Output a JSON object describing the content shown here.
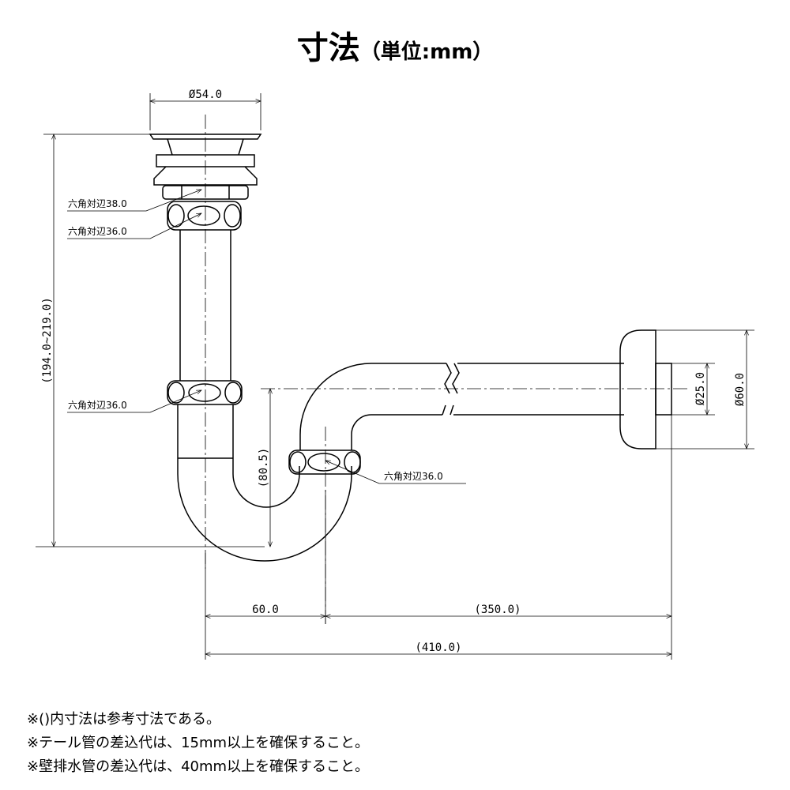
{
  "title": {
    "main": "寸法",
    "unit": "（単位:mm）"
  },
  "dimensions": {
    "top_diameter": "Ø54.0",
    "total_height": "(194.0~219.0)",
    "trap_height": "(80.5)",
    "trap_width": "60.0",
    "wall_pipe_length": "(350.0)",
    "overall_width": "(410.0)",
    "pipe_diameter": "Ø25.0",
    "escutcheon_diameter": "Ø60.0"
  },
  "callouts": [
    "六角対辺38.0",
    "六角対辺36.0",
    "六角対辺36.0",
    "六角対辺36.0"
  ],
  "notes": [
    "※()内寸法は参考寸法である。",
    "※テール管の差込代は、15mm以上を確保すること。",
    "※壁排水管の差込代は、40mm以上を確保すること。"
  ]
}
